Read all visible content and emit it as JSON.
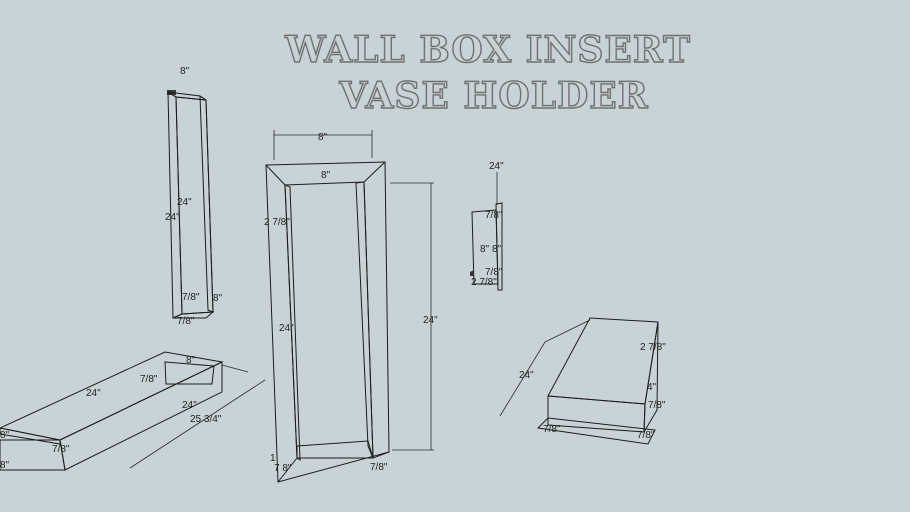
{
  "title": {
    "line1": "WALL BOX INSERT",
    "line2": "VASE HOLDER"
  },
  "dimensions": {
    "side_panel_top": "8\"",
    "side_panel_len_a": "24\"",
    "side_panel_len_b": "24\"",
    "side_panel_thk": "7/8\"",
    "side_panel_depth": "8\"",
    "side_panel_bottom": "7/8\"",
    "front_width": "8\"",
    "front_inner_top": "8\"",
    "front_frame": "2 7/8\"",
    "front_height": "24\"",
    "front_side": "24\"",
    "front_corner_a": "1",
    "front_corner_b": "7 8\"",
    "front_corner_c": "7/8\"",
    "small_height": "24\"",
    "small_thk_top": "7/8\"",
    "small_depth_a": "8\"",
    "small_depth_b": "8\"",
    "small_thk_bot": "7/8\"",
    "small_frame": "2 7/8\"",
    "tray_len_a": "24\"",
    "tray_len_b": "24\"",
    "tray_len_total": "25 3/4\"",
    "tray_thk": "7/8\"",
    "tray_depth": "8\"",
    "tray_end_a": "8\"",
    "tray_end_b": "8\"",
    "tray_end_c": "7/8\"",
    "box_len": "24\"",
    "box_frame": "2 7/8\"",
    "box_thk_a": "4\"",
    "box_thk_b": "7/8\"",
    "box_thk_c": "7/8\"",
    "box_thk_d": "7/8\""
  }
}
